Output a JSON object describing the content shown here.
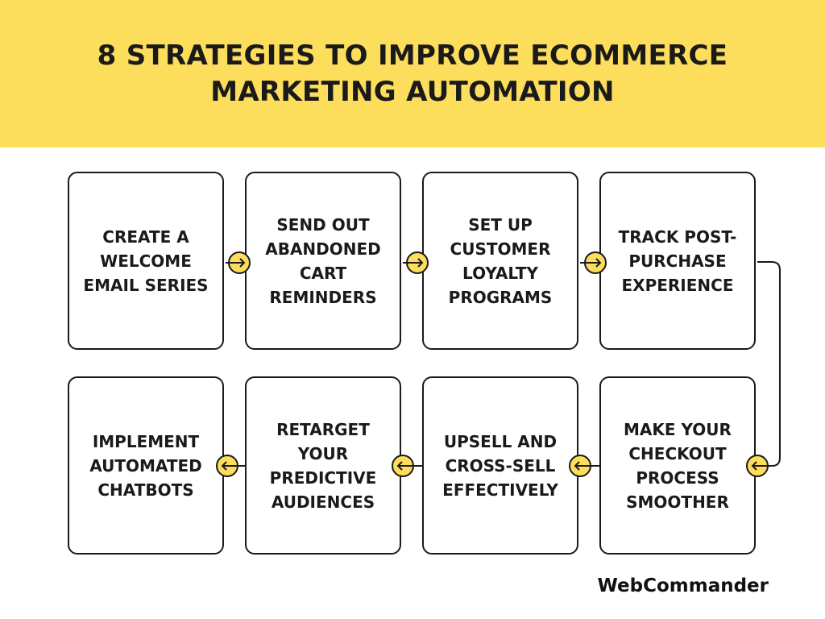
{
  "title": "8 STRATEGIES TO IMPROVE ECOMMERCE MARKETING AUTOMATION",
  "steps": [
    "CREATE A WELCOME EMAIL SERIES",
    "SEND OUT ABANDONED CART REMINDERS",
    "SET UP CUSTOMER LOYALTY PROGRAMS",
    "TRACK POST-PURCHASE EXPERIENCE",
    "MAKE YOUR CHECKOUT PROCESS SMOOTHER",
    "UPSELL AND CROSS-SELL EFFECTIVELY",
    "RETARGET YOUR PREDICTIVE AUDIENCES",
    "IMPLEMENT AUTOMATED CHATBOTS"
  ],
  "brand": "WebCommander",
  "colors": {
    "accent": "#FDDD5C",
    "ink": "#1a1a1a"
  }
}
